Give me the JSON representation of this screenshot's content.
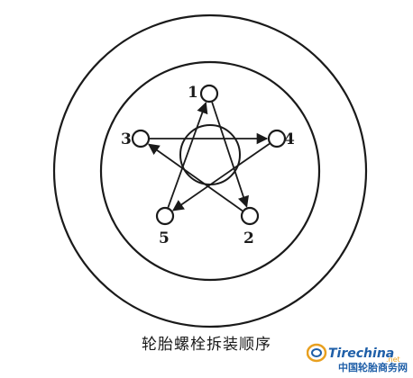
{
  "diagram": {
    "caption": "轮胎螺栓拆装顺序",
    "bolts": [
      {
        "label": "1"
      },
      {
        "label": "2"
      },
      {
        "label": "3"
      },
      {
        "label": "4"
      },
      {
        "label": "5"
      }
    ],
    "sequence": [
      "1",
      "2",
      "3",
      "4",
      "5"
    ]
  },
  "watermark": {
    "logo_text": "Tirechina",
    "logo_suffix": ".net",
    "site_name": "中国轮胎商务网"
  },
  "colors": {
    "ink": "#1a1a1a",
    "watermark_blue": "#1f5fa8",
    "watermark_orange": "#e8a020"
  }
}
